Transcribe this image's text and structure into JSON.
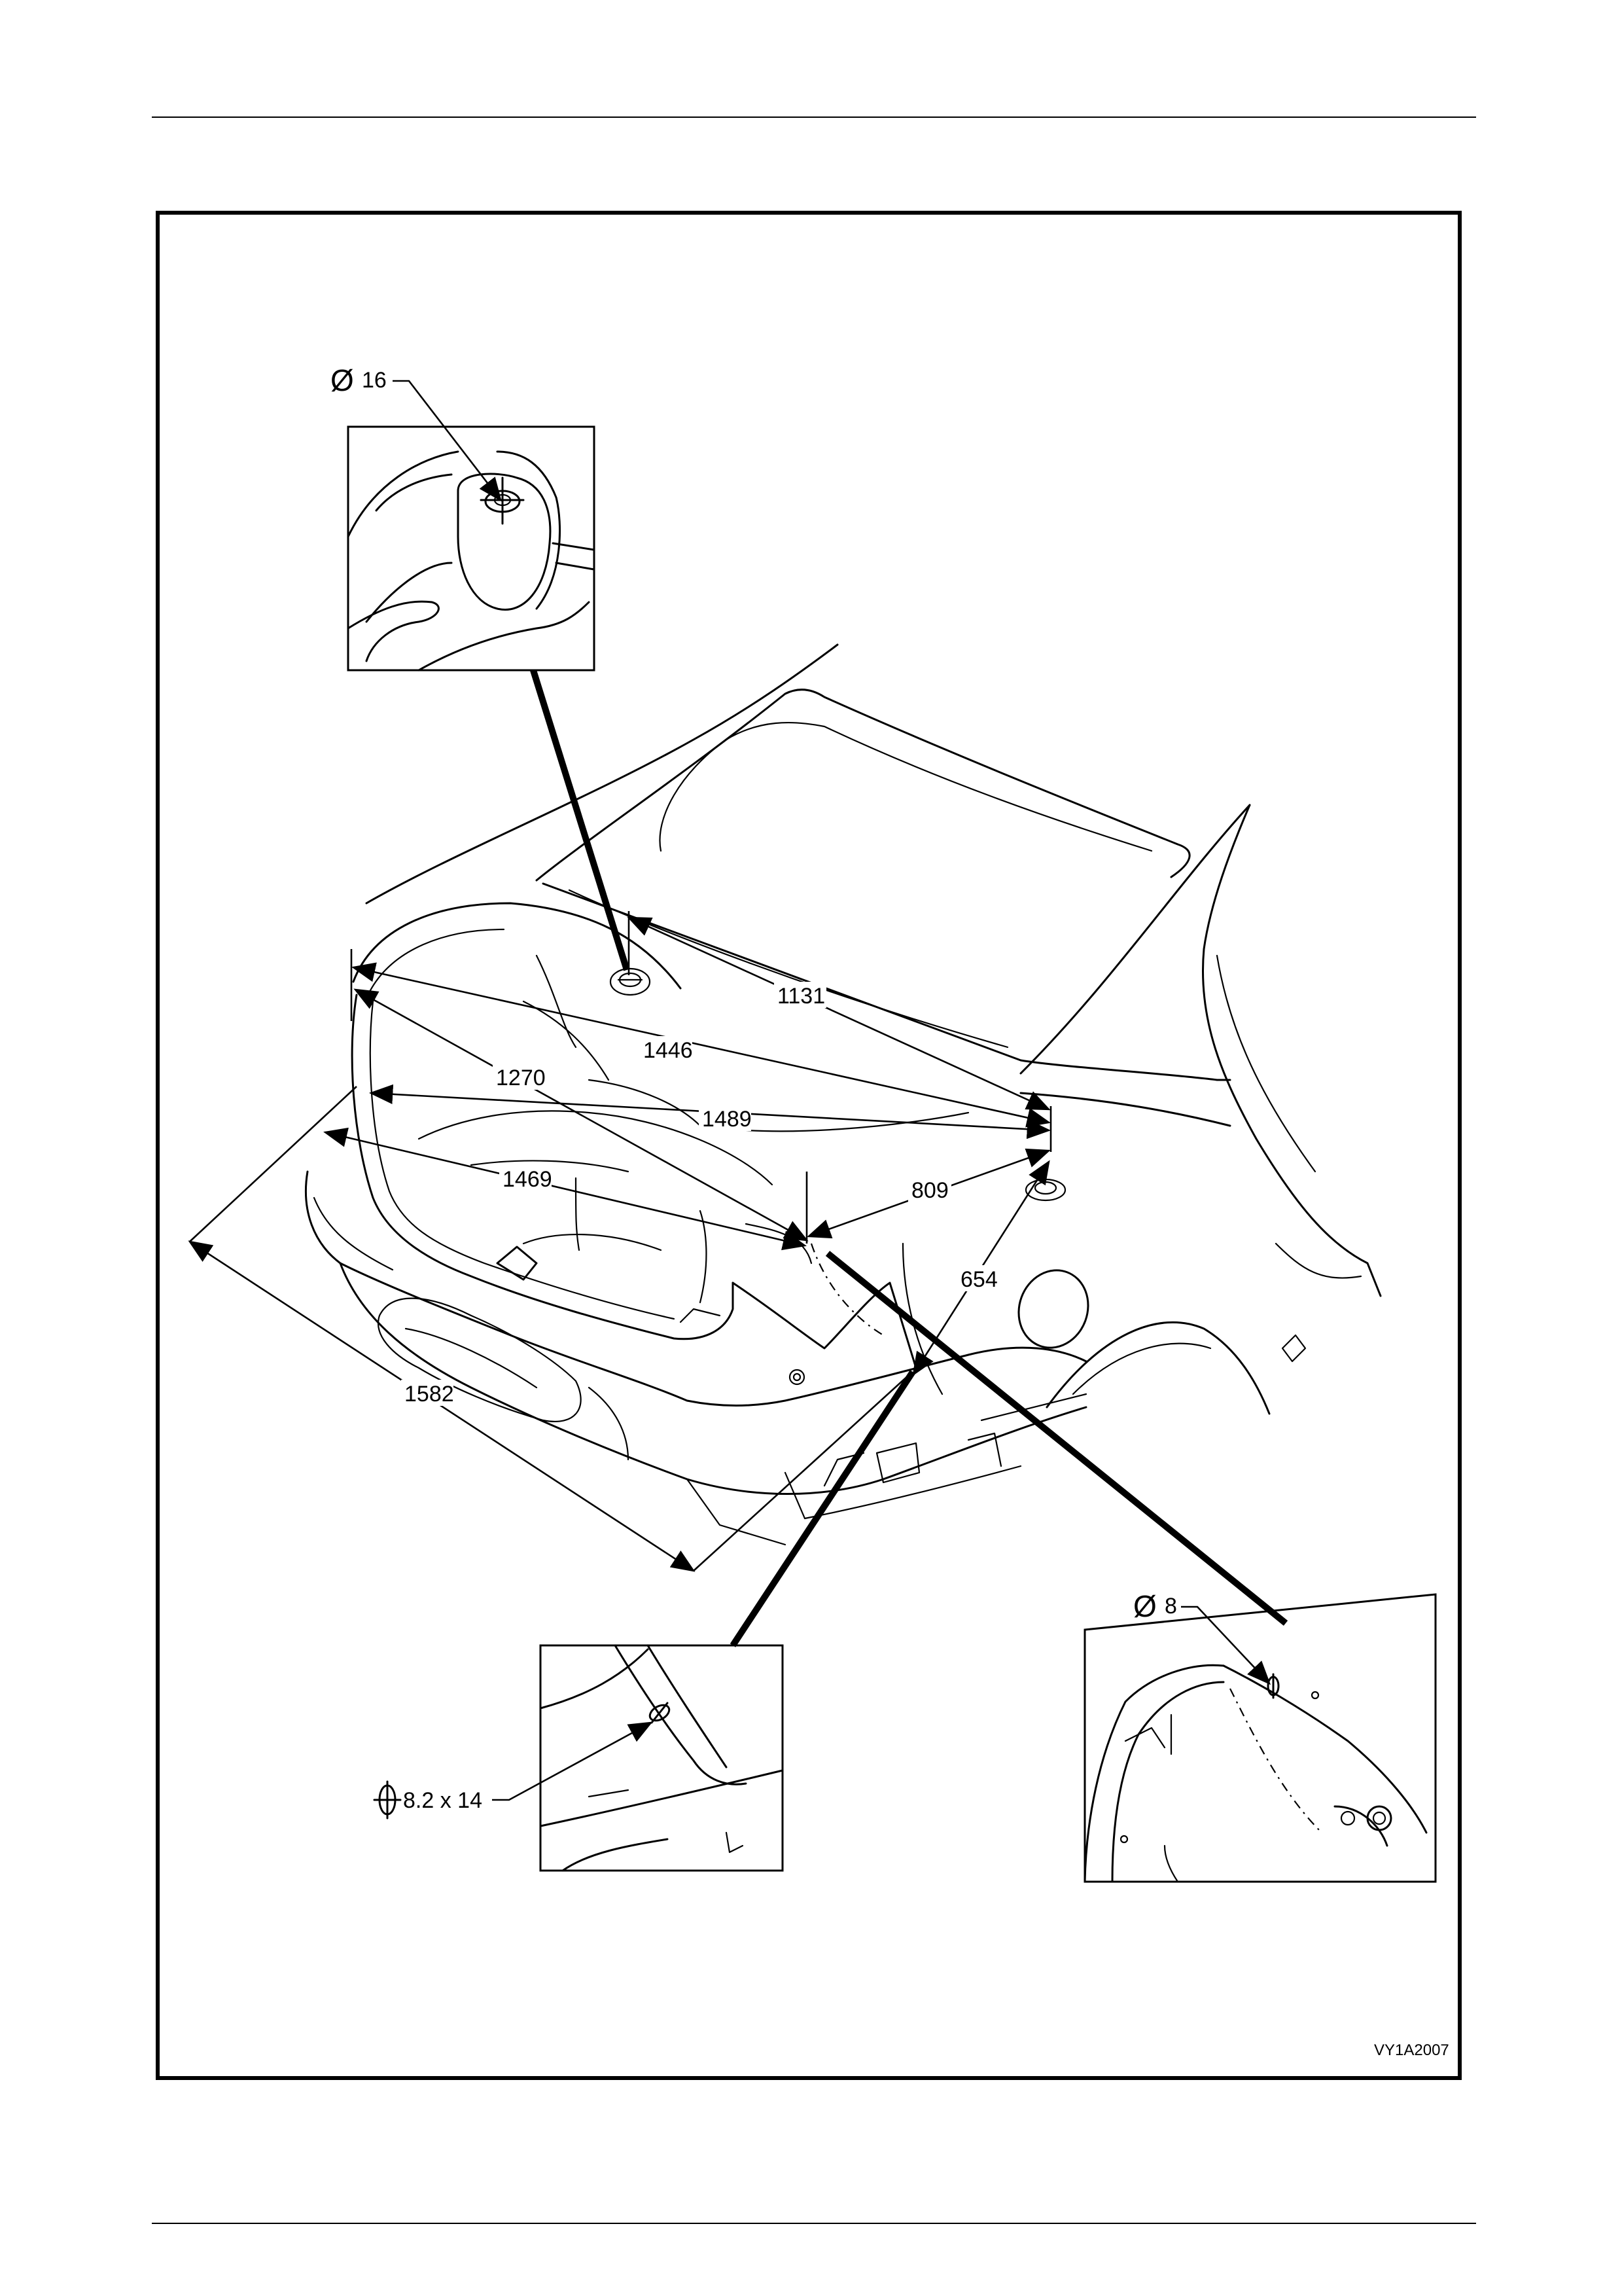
{
  "figure_ref": "VY1A2007",
  "dimensions": {
    "d1131": "1131",
    "d1446": "1446",
    "d1270": "1270",
    "d1489": "1489",
    "d1469": "1469",
    "d809": "809",
    "d654": "654",
    "d1582": "1582"
  },
  "callouts": {
    "hole_top": {
      "symbol": "Ø",
      "value": "16"
    },
    "hole_right": {
      "symbol": "Ø",
      "value": "8"
    },
    "slot_bottom": {
      "value": "8.2 x 14"
    }
  }
}
